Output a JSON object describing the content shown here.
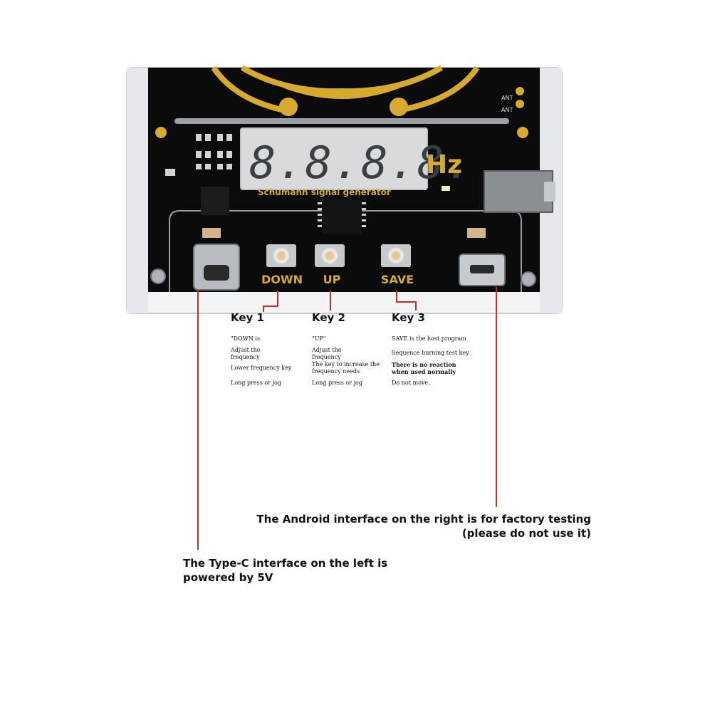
{
  "board": {
    "display_digits": "8.8.8.8.",
    "unit": "Hz",
    "subtitle": "Schumann signal generator",
    "ant_labels": [
      "ANT",
      "ANT"
    ],
    "buttons": [
      "DOWN",
      "UP",
      "SAVE"
    ]
  },
  "keys": [
    {
      "title": "Key 1",
      "lines": [
        "\"DOWN is",
        "Adjust the frequency",
        "Lower frequency key",
        "Long press or jog"
      ]
    },
    {
      "title": "Key 2",
      "lines": [
        "\"UP\"",
        "Adjust the frequency",
        "The key to increase the frequency needs",
        "Long press or jog"
      ]
    },
    {
      "title": "Key 3",
      "lines": [
        "SAVE is the host program",
        "Sequence burning test key",
        "There is no reaction when used normally",
        "Do not move."
      ]
    }
  ],
  "callouts": {
    "android_line1": "The Android interface on the right is for factory testing",
    "android_line2": "(please do not use it)",
    "typec_line1": "The Type-C interface on the left is",
    "typec_line2": "powered by 5V"
  },
  "colors": {
    "pcb": "#0b0b0b",
    "gold": "#d8aa2c",
    "segment": "#3a3f44",
    "leader": "#d42a22"
  }
}
